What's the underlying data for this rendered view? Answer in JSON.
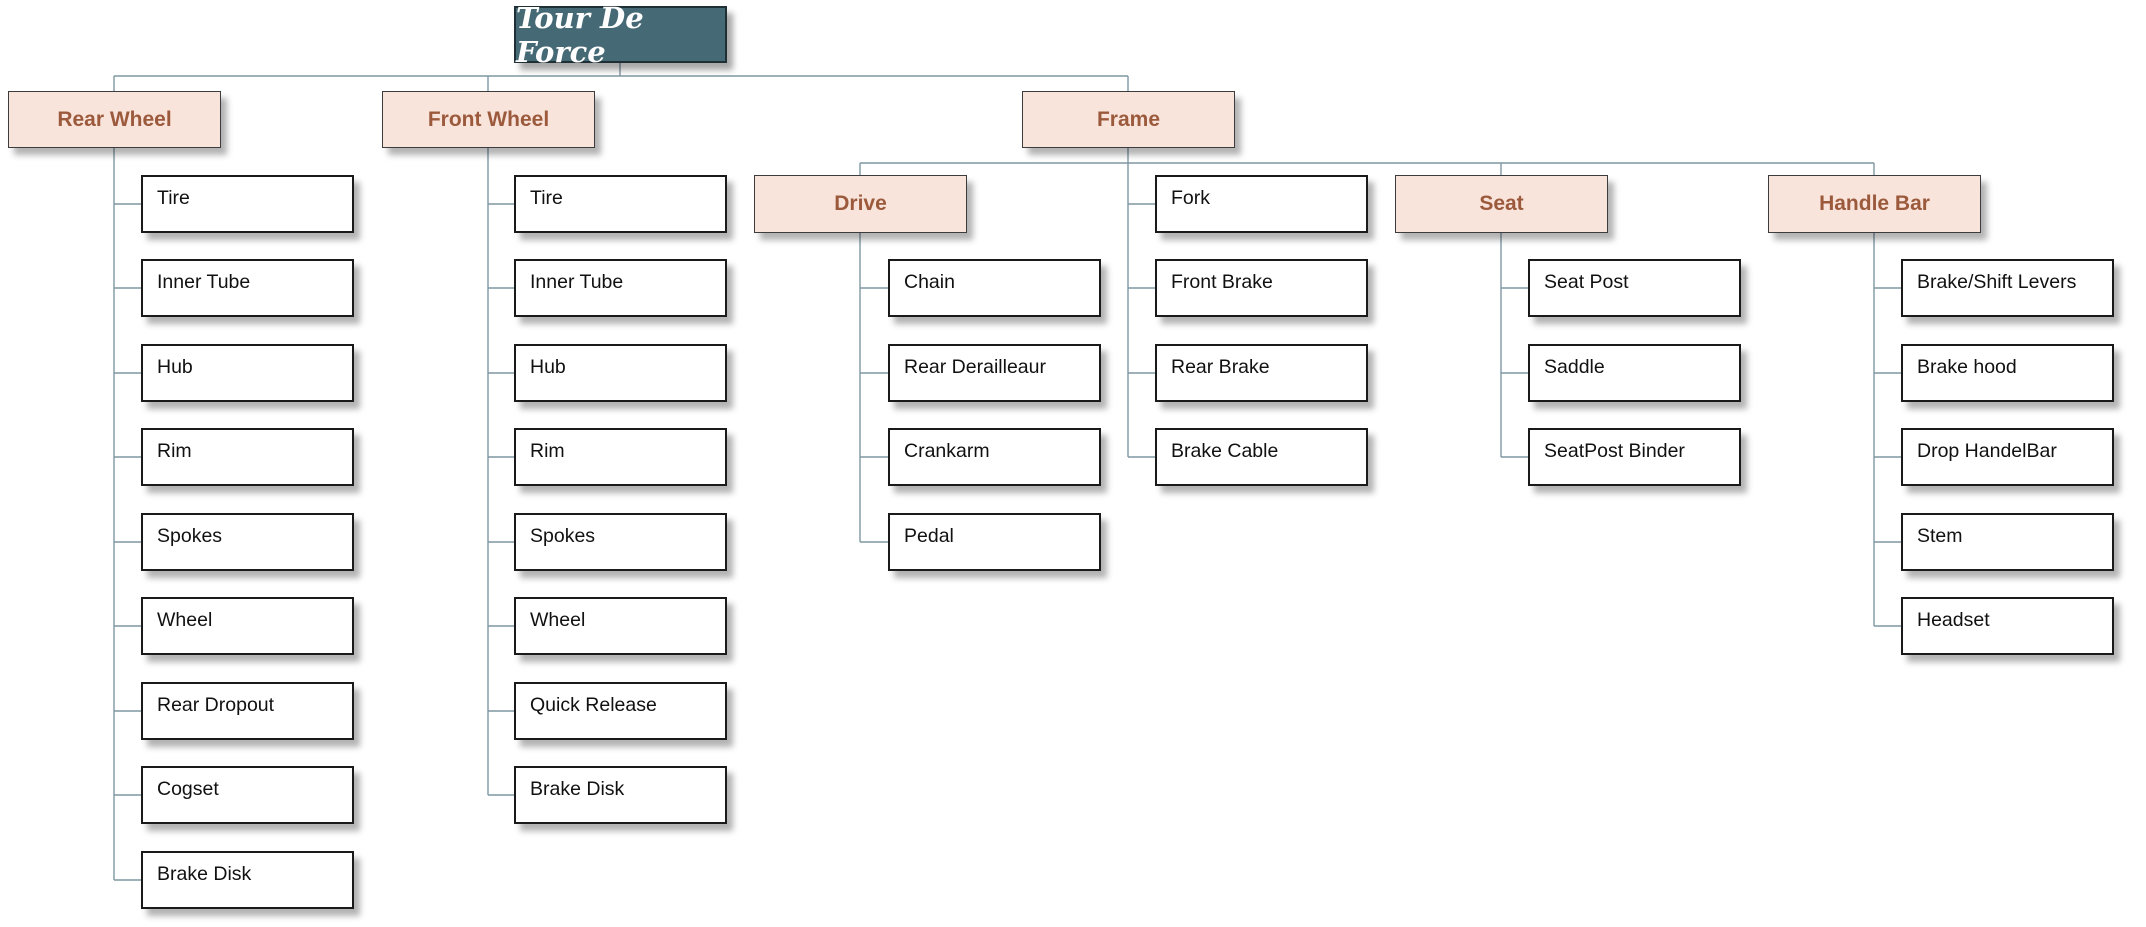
{
  "diagram": {
    "root": {
      "id": "root",
      "label": "Tour De Force"
    },
    "groups": [
      {
        "id": "rear-wheel",
        "label": "Rear Wheel",
        "items": [
          "Tire",
          "Inner Tube",
          "Hub",
          "Rim",
          "Spokes",
          "Wheel",
          "Rear Dropout",
          "Cogset",
          "Brake Disk"
        ]
      },
      {
        "id": "front-wheel",
        "label": "Front Wheel",
        "items": [
          "Tire",
          "Inner Tube",
          "Hub",
          "Rim",
          "Spokes",
          "Wheel",
          "Quick Release",
          "Brake Disk"
        ]
      },
      {
        "id": "frame",
        "label": "Frame",
        "items": [
          "Fork",
          "Front Brake",
          "Rear Brake",
          "Brake Cable"
        ],
        "subgroups": [
          {
            "id": "drive",
            "label": "Drive",
            "items": [
              "Chain",
              "Rear Derailleaur",
              "Crankarm",
              "Pedal"
            ]
          },
          {
            "id": "seat",
            "label": "Seat",
            "items": [
              "Seat Post",
              "Saddle",
              "SeatPost Binder"
            ]
          },
          {
            "id": "handle-bar",
            "label": "Handle Bar",
            "items": [
              "Brake/Shift Levers",
              "Brake hood",
              "Drop HandelBar",
              "Stem",
              "Headset"
            ]
          }
        ]
      }
    ]
  },
  "colors": {
    "root_fill": "#466a75",
    "group_fill": "#f9e4dc",
    "group_text": "#9c5a3d",
    "connector": "#7f97a2"
  }
}
